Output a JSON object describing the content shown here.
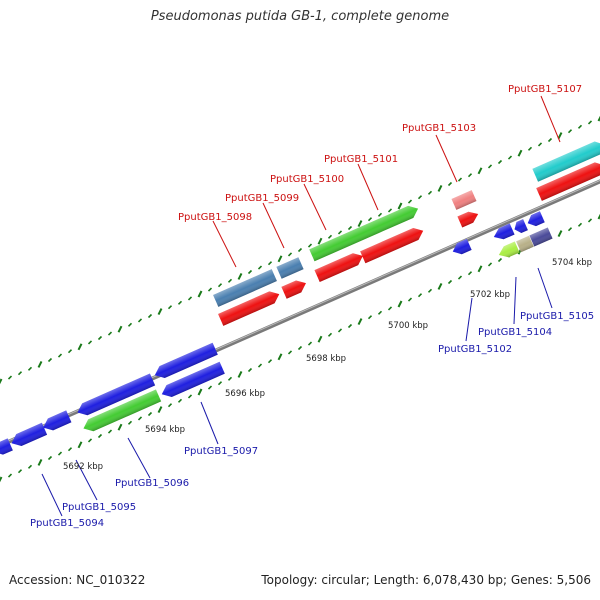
{
  "title": "Pseudomonas putida GB-1, complete genome",
  "accession": "Accession: NC_010322",
  "summary": "Topology: circular; Length: 6,078,430 bp; Genes: 5,506",
  "kbp_labels": [
    "5692 kbp",
    "5694 kbp",
    "5696 kbp",
    "5698 kbp",
    "5700 kbp",
    "5702 kbp",
    "5704 kbp"
  ],
  "upper_genes": [
    {
      "id": "PputGB1_5098",
      "color": "#cc1111"
    },
    {
      "id": "PputGB1_5099",
      "color": "#cc1111"
    },
    {
      "id": "PputGB1_5100",
      "color": "#cc1111"
    },
    {
      "id": "PputGB1_5101",
      "color": "#cc1111"
    },
    {
      "id": "PputGB1_5103",
      "color": "#cc1111"
    },
    {
      "id": "PputGB1_5107",
      "color": "#cc1111"
    }
  ],
  "lower_genes": [
    {
      "id": "PputGB1_5094",
      "color": "#1a1aaa"
    },
    {
      "id": "PputGB1_5095",
      "color": "#1a1aaa"
    },
    {
      "id": "PputGB1_5096",
      "color": "#1a1aaa"
    },
    {
      "id": "PputGB1_5097",
      "color": "#1a1aaa"
    },
    {
      "id": "PputGB1_5102",
      "color": "#1a1aaa"
    },
    {
      "id": "PputGB1_5104",
      "color": "#1a1aaa"
    },
    {
      "id": "PputGB1_5105",
      "color": "#1a1aaa"
    }
  ],
  "colors": {
    "backbone": "#888888",
    "tick": "#1a7a1a",
    "blue_cds": "#1f1fe0",
    "red_cds": "#ee1111",
    "green_cds": "#44cc33",
    "steel_cds": "#4a7fb0",
    "cyan_cds": "#22cccc",
    "pink_cds": "#f08080",
    "lime_cds": "#aaee44",
    "tan_cds": "#b8b088",
    "purple_cds": "#4a4a99"
  }
}
